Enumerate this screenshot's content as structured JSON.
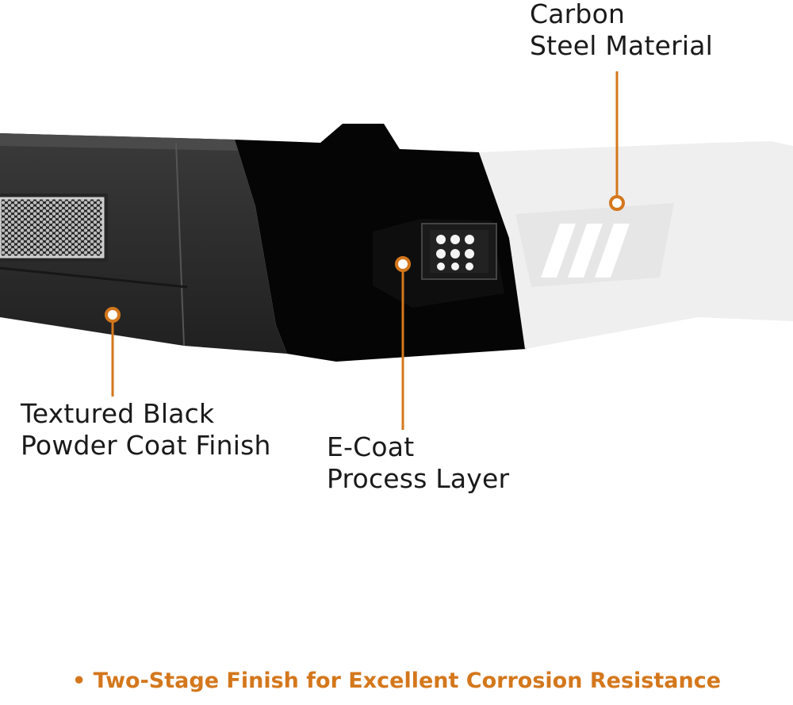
{
  "callouts": {
    "carbon_steel": {
      "line1": "Carbon",
      "line2": "Steel Material"
    },
    "powder_coat": {
      "line1": "Textured Black",
      "line2": "Powder Coat Finish"
    },
    "ecoat": {
      "line1": "E-Coat",
      "line2": "Process Layer"
    }
  },
  "footer": {
    "text": "• Two-Stage Finish for Excellent Corrosion Resistance"
  },
  "colors": {
    "accent": "#d4771c",
    "text": "#1a1a1a",
    "powder_coat": "#2b2b2b",
    "ecoat": "#050505",
    "steel": "#efefef"
  }
}
